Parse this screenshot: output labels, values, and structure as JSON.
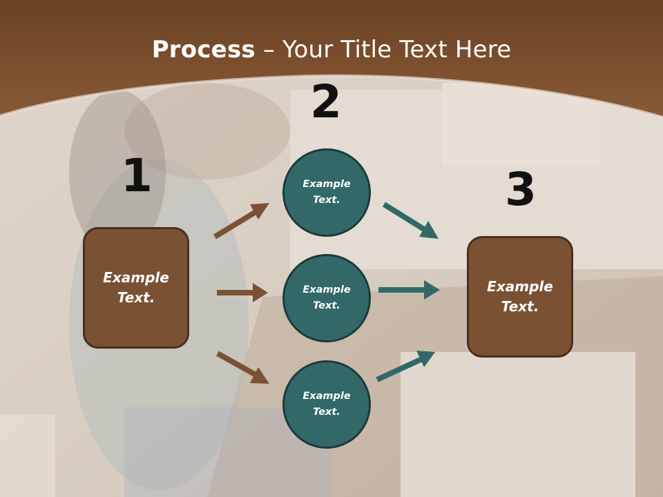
{
  "title": {
    "bold": "Process",
    "rest": " – Your Title Text Here"
  },
  "steps": {
    "one": {
      "number": "1",
      "label": "Example Text."
    },
    "two": {
      "number": "2",
      "items": [
        {
          "label": "Example Text."
        },
        {
          "label": "Example Text."
        },
        {
          "label": "Example Text."
        }
      ]
    },
    "three": {
      "number": "3",
      "label": "Example Text."
    }
  },
  "colors": {
    "header": "#7a4c2b",
    "box_fill": "#7b5134",
    "circle_fill": "#326868",
    "arrow_brown": "#7b5134",
    "arrow_teal": "#326868"
  }
}
